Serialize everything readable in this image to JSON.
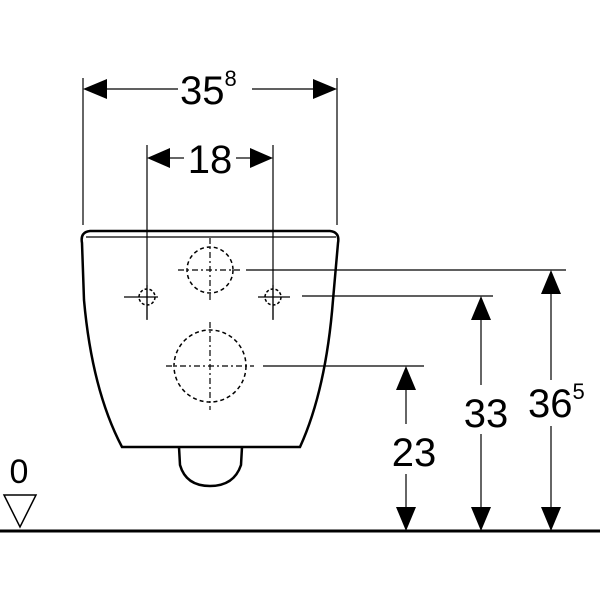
{
  "dimensions": {
    "total_width": {
      "main": "35",
      "sup": "8"
    },
    "hole_spacing": {
      "main": "18"
    },
    "upper_height": {
      "main": "36",
      "sup": "5"
    },
    "middle_height": {
      "main": "33"
    },
    "lower_height": {
      "main": "23"
    },
    "floor_level": {
      "main": "0"
    }
  }
}
